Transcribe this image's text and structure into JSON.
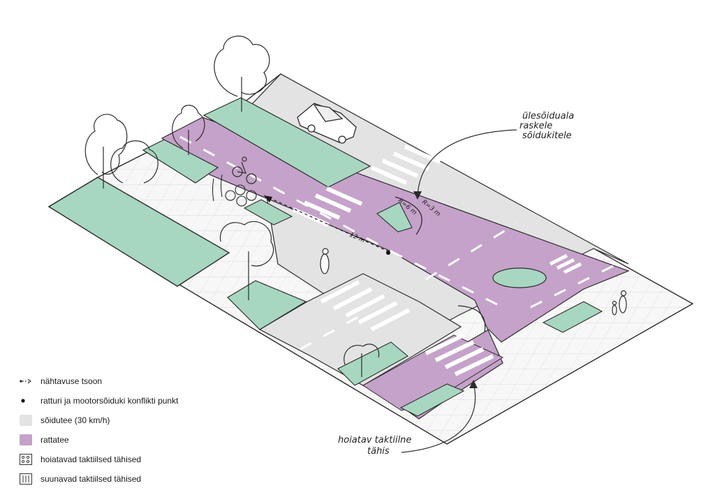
{
  "colors": {
    "road": "#e3e3e3",
    "cycle_track": "#c5a2c9",
    "greenery": "#a7d7c0",
    "sidewalk": "#f6f6f6",
    "ink": "#2b2b2b"
  },
  "annotations": {
    "heavy_vehicle_zone": [
      "ülesõiduala",
      "raskele",
      "sõidukitele"
    ],
    "warning_tactile": [
      "hoiatav taktiilne",
      "tähis"
    ],
    "radius_large": "R=6 m",
    "radius_small": "R=3 m",
    "sight_distance": "12 m"
  },
  "legend": [
    {
      "icon": "visibility-arrow-icon",
      "label": "nähtavuse tsoon"
    },
    {
      "icon": "conflict-dot-icon",
      "label": "ratturi ja mootorsõiduki konflikti punkt"
    },
    {
      "icon": "road-swatch-icon",
      "label": "sõidutee (30 km/h)"
    },
    {
      "icon": "cycle-track-swatch-icon",
      "label": "rattatee"
    },
    {
      "icon": "warning-tactile-icon",
      "label": "hoiatavad taktiilsed tähised"
    },
    {
      "icon": "directional-tactile-icon",
      "label": "suunavad taktiilsed tähised"
    }
  ]
}
